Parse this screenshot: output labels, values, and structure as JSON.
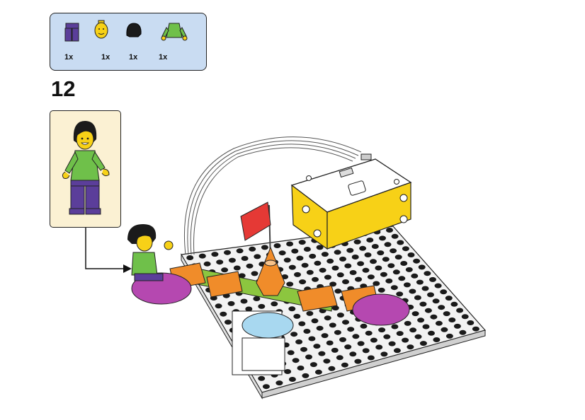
{
  "parts_list": {
    "items": [
      {
        "name": "purple-legs",
        "qty": "1x",
        "color": "#5b3e9a"
      },
      {
        "name": "yellow-head",
        "qty": "1x",
        "color": "#f7d117"
      },
      {
        "name": "black-hair",
        "qty": "1x",
        "color": "#1b1b1b"
      },
      {
        "name": "green-torso",
        "qty": "1x",
        "color": "#6fc04a"
      }
    ]
  },
  "step": {
    "number": "12"
  },
  "colors": {
    "parts_box_bg": "#c9dcf2",
    "callout_bg": "#fbf1d3",
    "baseplate": "#f2f2f2",
    "hub_yellow": "#f7d117",
    "orange": "#f08c2a",
    "magenta": "#b548b0",
    "lime": "#8cc63f",
    "flag_red": "#e53935",
    "light_blue": "#a8d8f0"
  }
}
